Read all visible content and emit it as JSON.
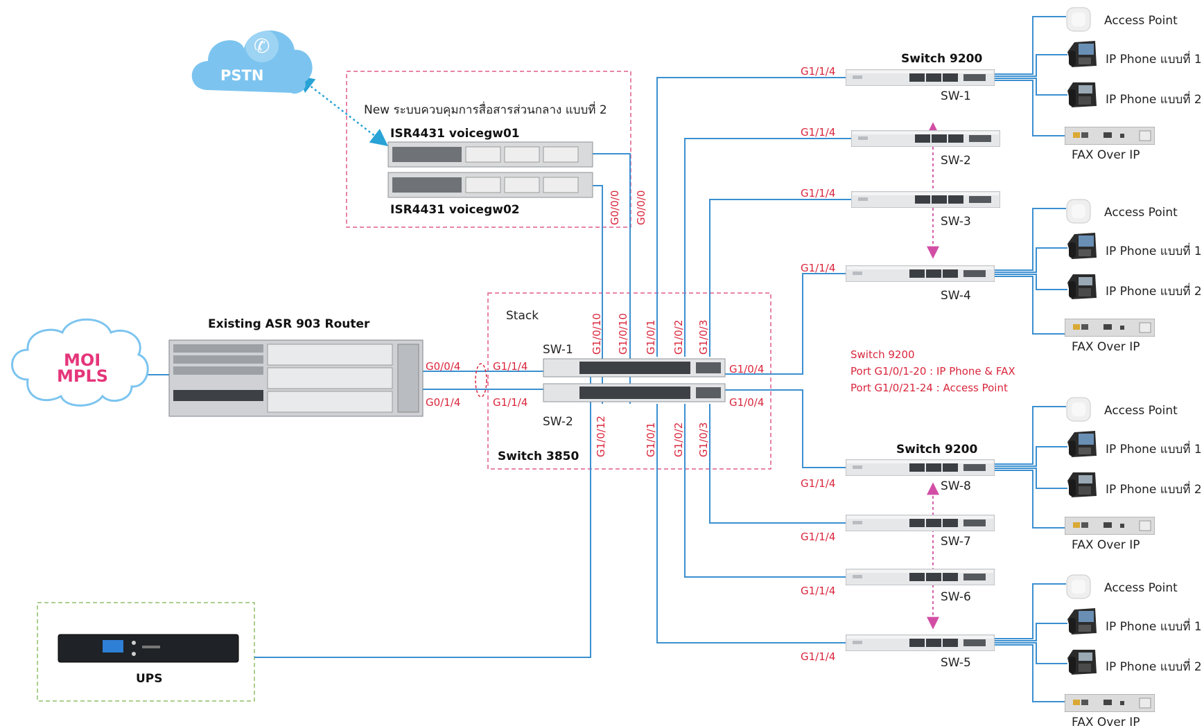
{
  "clouds": {
    "pstn": "PSTN",
    "moi_line1": "MOI",
    "moi_line2": "MPLS"
  },
  "voice_gateway": {
    "group_title": "New ระบบควบคุมการสื่อสารส่วนกลาง แบบที่ 2",
    "gw1": "ISR4431 voicegw01",
    "gw2": "ISR4431 voicegw02",
    "port_a": "G0/0/0",
    "port_b": "G0/0/0"
  },
  "router": {
    "title": "Existing ASR 903 Router",
    "port_top": "G0/0/4",
    "port_bottom": "G0/1/4"
  },
  "core": {
    "stack_label": "Stack",
    "sw1": "SW-1",
    "sw2": "SW-2",
    "name": "Switch 3850",
    "left_top": "G1/1/4",
    "left_bottom": "G1/1/4",
    "right_top": "G1/0/4",
    "right_bottom": "G1/0/4",
    "top_ports": [
      "G1/0/10",
      "G1/0/10",
      "G1/0/1",
      "G1/0/2",
      "G1/0/3"
    ],
    "bottom_ports": [
      "G1/0/12",
      "G1/0/1",
      "G1/0/2",
      "G1/0/3"
    ]
  },
  "access_switches": {
    "group_top_title": "Switch 9200",
    "group_bottom_title": "Switch 9200",
    "uplink_port": "G1/1/4",
    "names": [
      "SW-1",
      "SW-2",
      "SW-3",
      "SW-4",
      "SW-8",
      "SW-7",
      "SW-6",
      "SW-5"
    ]
  },
  "endpoints": {
    "access_point": "Access Point",
    "ip_phone_1": "IP Phone แบบที่ 1",
    "ip_phone_2": "IP Phone แบบที่ 2",
    "fax": "FAX Over IP"
  },
  "note": {
    "line1": "Switch 9200",
    "line2": "Port G1/0/1-20 : IP Phone & FAX",
    "line3": "Port G1/0/21-24 : Access Point"
  },
  "ups": {
    "label": "UPS"
  },
  "colors": {
    "link": "#3a8fd0",
    "port_text": "#d9263c",
    "dashed_box": "#e05a8a",
    "stack_arrow": "#d24ea5",
    "ups_box": "#8fbf6a",
    "cloud": "#7cc4ef"
  }
}
